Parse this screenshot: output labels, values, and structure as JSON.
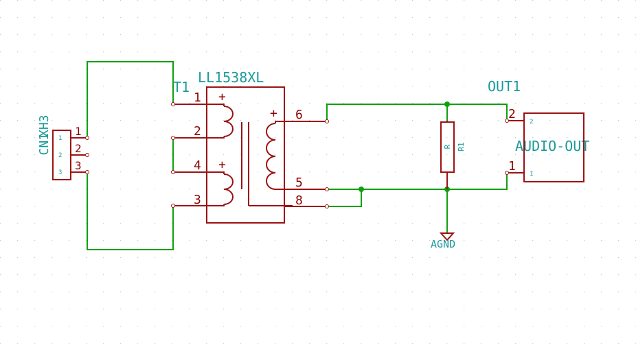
{
  "connector": {
    "reference": "CN1",
    "value": "XH3",
    "pin_labels": [
      "1",
      "2",
      "3"
    ],
    "pin_numbers": [
      "1",
      "2",
      "3"
    ]
  },
  "transformer": {
    "reference": "T1",
    "value": "LL1538XL",
    "primary_pins": [
      "1",
      "2",
      "4",
      "3"
    ],
    "secondary_pins": [
      "6",
      "5",
      "8"
    ],
    "polarity_mark": "+"
  },
  "resistor": {
    "reference": "R1",
    "value": "R"
  },
  "output": {
    "reference": "OUT1",
    "value": "AUDIO-OUT",
    "pin_numbers": [
      "2",
      "1"
    ],
    "pin_labels": [
      "2",
      "1"
    ]
  },
  "ground": {
    "label": "AGND"
  },
  "colors": {
    "wire": "#0ea00e",
    "component": "#9b1212",
    "text": "#1a9a9a",
    "grid": "#c8c8c8"
  }
}
